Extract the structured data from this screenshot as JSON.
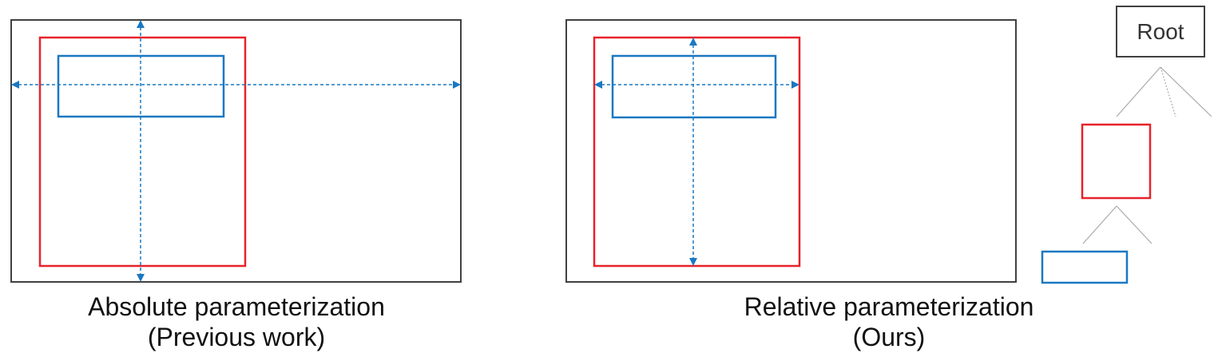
{
  "captions": {
    "left": {
      "line1": "Absolute parameterization",
      "line2": "(Previous work)"
    },
    "right": {
      "line1": "Relative parameterization",
      "line2": "(Ours)"
    }
  },
  "tree": {
    "root_label": "Root"
  },
  "colors": {
    "frame": "#404040",
    "parent_box": "#e8222a",
    "child_box": "#1a78c2",
    "arrow": "#1a78c2",
    "tree_line": "#aaaaaa",
    "text": "#111111"
  }
}
